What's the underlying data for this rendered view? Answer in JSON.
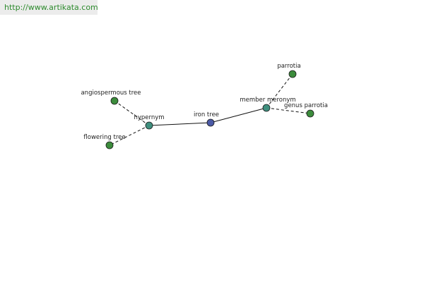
{
  "banner": {
    "url_text": "http://www.artikata.com"
  },
  "colors": {
    "center_node": "#4b5aa6",
    "relation_node": "#3f8f7e",
    "leaf_node": "#3c8c3c",
    "edge": "#111111"
  },
  "graph": {
    "nodes": [
      {
        "id": "iron-tree",
        "label": "iron tree",
        "role": "center"
      },
      {
        "id": "hypernym",
        "label": "hypernym",
        "role": "relation"
      },
      {
        "id": "member-meronym",
        "label": "member meronym",
        "role": "relation"
      },
      {
        "id": "angiospermous-tree",
        "label": "angiospermous tree",
        "role": "leaf"
      },
      {
        "id": "flowering-tree",
        "label": "flowering tree",
        "role": "leaf"
      },
      {
        "id": "parrotia",
        "label": "parrotia",
        "role": "leaf"
      },
      {
        "id": "genus-parrotia",
        "label": "genus parrotia",
        "role": "leaf"
      }
    ],
    "edges": [
      {
        "from": "iron-tree",
        "to": "hypernym",
        "style": "solid"
      },
      {
        "from": "iron-tree",
        "to": "member-meronym",
        "style": "solid"
      },
      {
        "from": "hypernym",
        "to": "angiospermous-tree",
        "style": "dashed"
      },
      {
        "from": "hypernym",
        "to": "flowering-tree",
        "style": "dashed"
      },
      {
        "from": "member-meronym",
        "to": "parrotia",
        "style": "dashed"
      },
      {
        "from": "member-meronym",
        "to": "genus-parrotia",
        "style": "dashed"
      }
    ]
  }
}
